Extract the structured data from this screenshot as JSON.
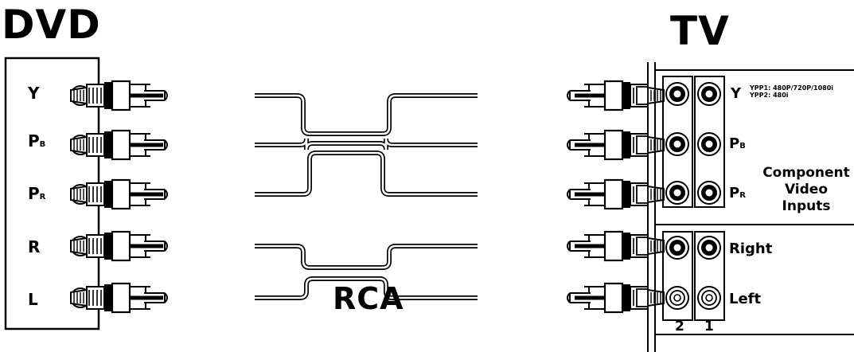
{
  "dvd": {
    "title": "DVD",
    "jacks": [
      {
        "label": "Y",
        "sub": ""
      },
      {
        "label": "P",
        "sub": "B"
      },
      {
        "label": "P",
        "sub": "R"
      },
      {
        "label": "R",
        "sub": ""
      },
      {
        "label": "L",
        "sub": ""
      }
    ]
  },
  "cable": {
    "label": "RCA"
  },
  "tv": {
    "title": "TV",
    "note_line1": "YPP1: 480P/720P/1080i",
    "note_line2": "YPP2: 480i",
    "labels": [
      {
        "label": "Y",
        "sub": ""
      },
      {
        "label": "P",
        "sub": "B"
      },
      {
        "label": "P",
        "sub": "R"
      },
      {
        "label": "Right",
        "sub": ""
      },
      {
        "label": "Left",
        "sub": ""
      }
    ],
    "component_line1": "Component",
    "component_line2": "Video",
    "component_line3": "Inputs",
    "column_numbers": [
      "2",
      "1"
    ]
  }
}
